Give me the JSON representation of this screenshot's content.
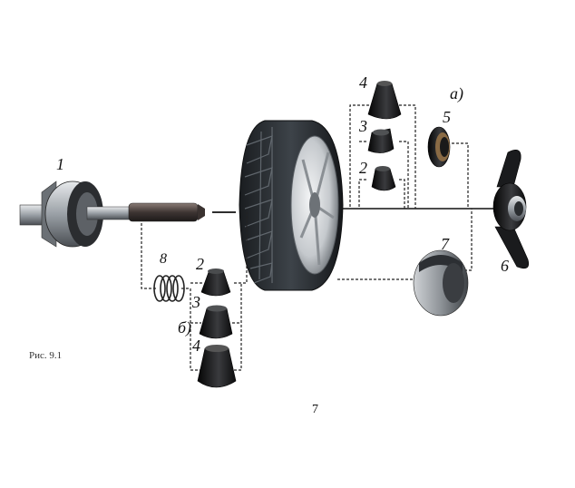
{
  "figure": {
    "caption": "Рис. 9.1",
    "page_number": "7",
    "group_labels": {
      "a": "а)",
      "b": "б)"
    },
    "part_labels": {
      "shaft": "1",
      "cone_small_bottom": "2",
      "cone_mid_bottom": "3",
      "cone_large_bottom": "4",
      "cone_large_top": "4",
      "cone_mid_top": "3",
      "cone_small_top": "2",
      "ring_5": "5",
      "wing_nut": "6",
      "cap_7": "7",
      "spring": "8"
    }
  },
  "colors": {
    "ink": "#111111",
    "tire": "#2a2e33",
    "rim": "#c9ccd0",
    "metal": "#9aa0a6",
    "dark_part": "#1c1c1e"
  }
}
